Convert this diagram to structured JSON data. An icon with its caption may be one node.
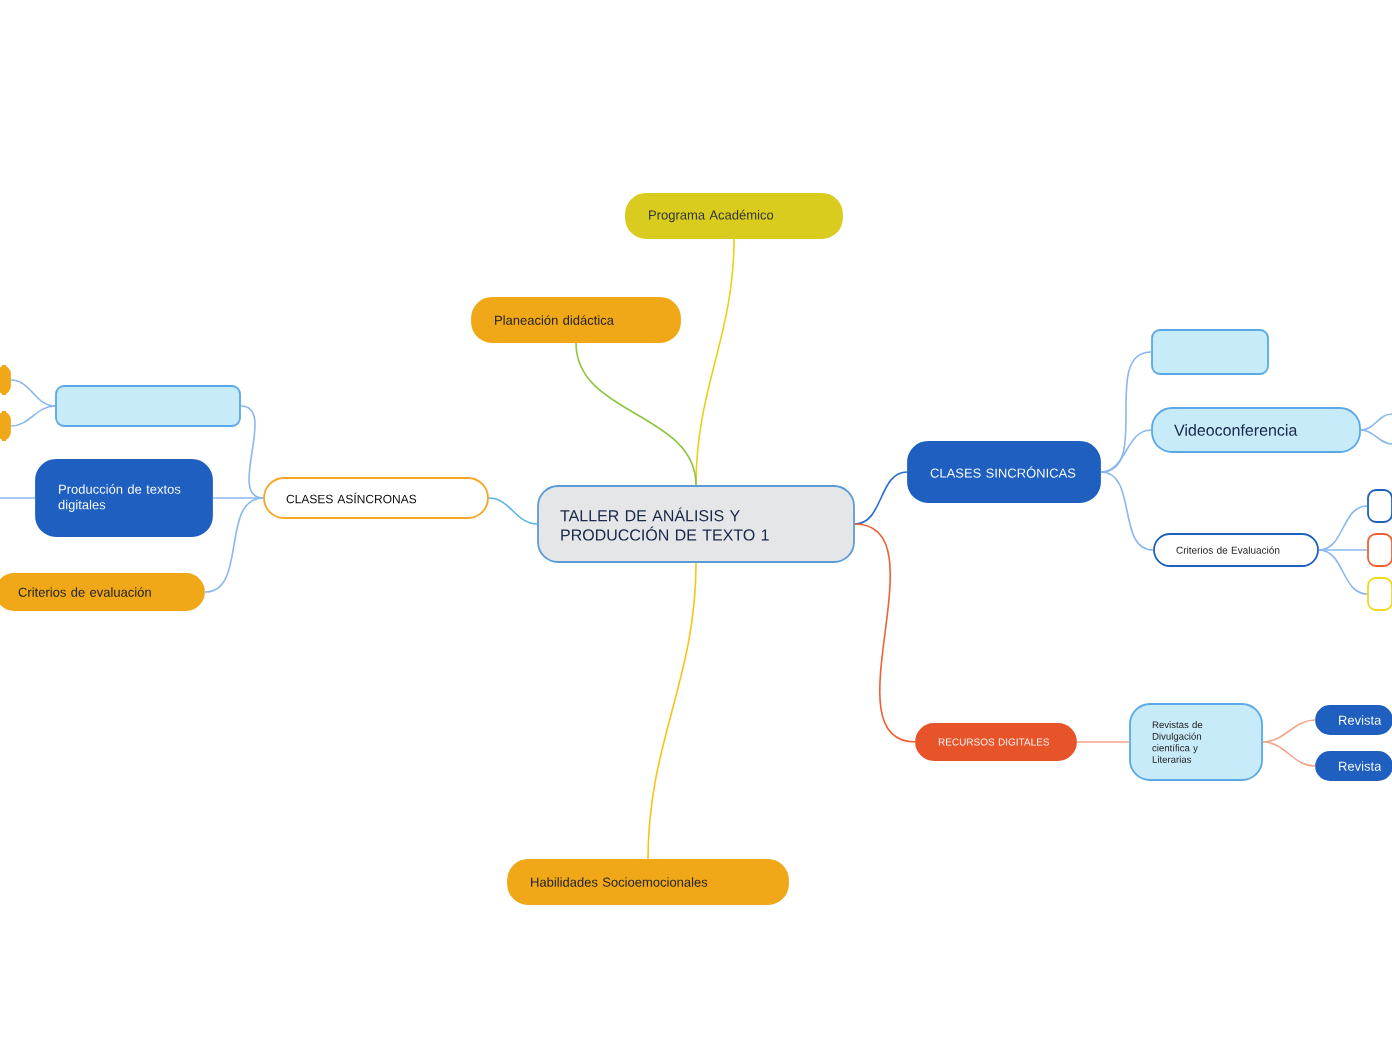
{
  "diagram": {
    "nodes": [
      {
        "text": [
          "TALLER DE ANÁLISIS Y PRODUCCIÓN DE TEXTO 1"
        ]
      },
      {
        "text": [
          "Programa Académico"
        ]
      },
      {
        "text": [
          "Planeación didáctica"
        ]
      },
      {
        "text": [
          "CLASES SINCRÓNICAS"
        ]
      },
      {
        "text": [],
        "shape": "box"
      },
      {
        "text": [
          "Videoconferencia"
        ]
      },
      {
        "text": [
          "Criterios de Evaluación"
        ]
      },
      {
        "text": [],
        "shape": "box"
      },
      {
        "text": [],
        "shape": "box"
      },
      {
        "text": [],
        "shape": "box"
      },
      {
        "text": [
          "RECURSOS DIGITALES"
        ]
      },
      {
        "text": [
          "Revistas de Divulgación científica y Literarias"
        ]
      },
      {
        "text": [
          "Revista"
        ]
      },
      {
        "text": [
          "Revista"
        ]
      },
      {
        "text": [
          "Habilidades Socioemocionales"
        ]
      },
      {
        "text": [
          "CLASES ASÍNCRONAS"
        ]
      },
      {
        "text": [],
        "shape": "box"
      },
      {
        "text": [
          "Producción de textos digitales"
        ]
      },
      {
        "text": [
          "Criterios de evaluación"
        ]
      },
      {
        "text": [],
        "shape": "box"
      },
      {
        "text": [],
        "shape": "box"
      }
    ],
    "edges": [
      {
        "from": 0,
        "to": 1,
        "arrow": "none",
        "color": "#e6d21a"
      },
      {
        "from": 0,
        "to": 2,
        "arrow": "none",
        "color": "#8cc63f"
      },
      {
        "from": 0,
        "to": 3,
        "arrow": "none",
        "color": "#2a6ccf"
      },
      {
        "from": 0,
        "to": 10,
        "arrow": "none",
        "color": "#f06030"
      },
      {
        "from": 0,
        "to": 14,
        "arrow": "none",
        "color": "#f5c518"
      },
      {
        "from": 0,
        "to": 15,
        "arrow": "none",
        "color": "#5ab4e6"
      },
      {
        "from": 3,
        "to": 4,
        "arrow": "none"
      },
      {
        "from": 3,
        "to": 5,
        "arrow": "none"
      },
      {
        "from": 3,
        "to": 6,
        "arrow": "none"
      },
      {
        "from": 5,
        "to": null,
        "arrow": "none"
      },
      {
        "from": 5,
        "to": null,
        "arrow": "none"
      },
      {
        "from": 6,
        "to": 7,
        "arrow": "none"
      },
      {
        "from": 6,
        "to": 8,
        "arrow": "none"
      },
      {
        "from": 6,
        "to": 9,
        "arrow": "none"
      },
      {
        "from": 10,
        "to": 11,
        "arrow": "none",
        "color": "#f4a58a"
      },
      {
        "from": 11,
        "to": 12,
        "arrow": "none",
        "color": "#f4a58a"
      },
      {
        "from": 11,
        "to": 13,
        "arrow": "none",
        "color": "#f4a58a"
      },
      {
        "from": 15,
        "to": 16,
        "arrow": "none"
      },
      {
        "from": 15,
        "to": 17,
        "arrow": "none"
      },
      {
        "from": 15,
        "to": 18,
        "arrow": "none"
      },
      {
        "from": 16,
        "to": 19,
        "arrow": "none"
      },
      {
        "from": 16,
        "to": 20,
        "arrow": "none"
      },
      {
        "from": 17,
        "to": null,
        "arrow": "none"
      }
    ]
  }
}
